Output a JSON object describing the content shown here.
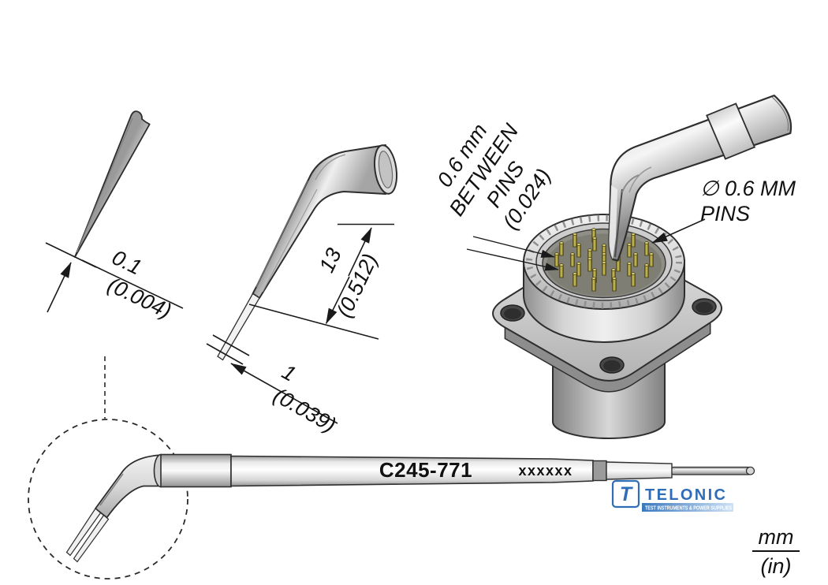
{
  "drawing": {
    "tip_width": {
      "mm": "0.1",
      "in": "(0.004)"
    },
    "blade_length": {
      "mm": "13",
      "in": "(0.512)"
    },
    "blade_thickness": {
      "mm": "1",
      "in": "(0.039)"
    },
    "pin_spacing": {
      "line1": "0.6 mm",
      "line2": "BETWEEN",
      "line3": "PINS",
      "line4": "(0.024)"
    },
    "pin_diameter": {
      "line1": "∅ 0.6 MM",
      "line2": "PINS"
    },
    "cartridge": {
      "model": "C245-771",
      "code": "xxxxxx"
    },
    "units": {
      "metric": "mm",
      "imperial": "(in)"
    }
  },
  "branding": {
    "name": "TELONIC",
    "tagline": "TEST INSTRUMENTS & POWER SUPPLIES",
    "icon_letter": "T"
  },
  "colors": {
    "brand_blue": "#2f6db8",
    "pin_gold": "#b9ab4a",
    "line": "#1a1a1a"
  }
}
